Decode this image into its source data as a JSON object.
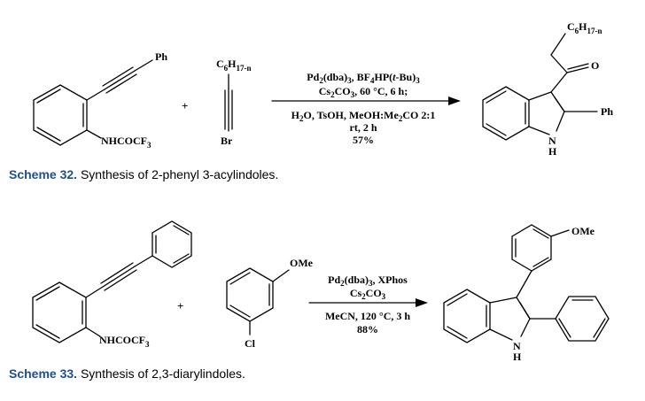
{
  "scheme32": {
    "caption_label": "Scheme 32.",
    "caption_text": "Synthesis of 2-phenyl 3-acylindoles.",
    "reactant1": {
      "ph": "Ph",
      "sub": "NHCOCF",
      "sub_idx": "3"
    },
    "plus": "+",
    "reactant2": {
      "top_main": "C",
      "top_i1": "6",
      "top_mid": "H",
      "top_i2": "17-n",
      "bottom": "Br"
    },
    "conditions": [
      [
        "Pd",
        "2",
        "(dba)",
        "3",
        ", BF",
        "4",
        "HP(",
        "t",
        "-Bu)",
        "3"
      ],
      [
        "Cs",
        "2",
        "CO",
        "3",
        ", 60 °C, 6 h;"
      ],
      [
        "H",
        "2",
        "O, TsOH, MeOH:Me",
        "2",
        "CO 2:1"
      ],
      [
        "rt, 2 h"
      ],
      [
        "57%"
      ]
    ],
    "product": {
      "top_main": "C",
      "top_i1": "6",
      "top_mid": "H",
      "top_i2": "17-n",
      "o": "O",
      "ph": "Ph",
      "n": "N",
      "h": "H"
    }
  },
  "scheme33": {
    "caption_label": "Scheme 33.",
    "caption_text": "Synthesis of 2,3-diarylindoles.",
    "reactant1": {
      "sub": "NHCOCF",
      "sub_idx": "3"
    },
    "plus": "+",
    "reactant2": {
      "ome": "OMe",
      "cl": "Cl"
    },
    "conditions": [
      [
        "Pd",
        "2",
        "(dba)",
        "3",
        ", XPhos"
      ],
      [
        "Cs",
        "2",
        "CO",
        "3"
      ],
      [
        "MeCN, 120 °C, 3 h"
      ],
      [
        "88%"
      ]
    ],
    "product": {
      "ome": "OMe",
      "n": "N",
      "h": "H"
    }
  }
}
